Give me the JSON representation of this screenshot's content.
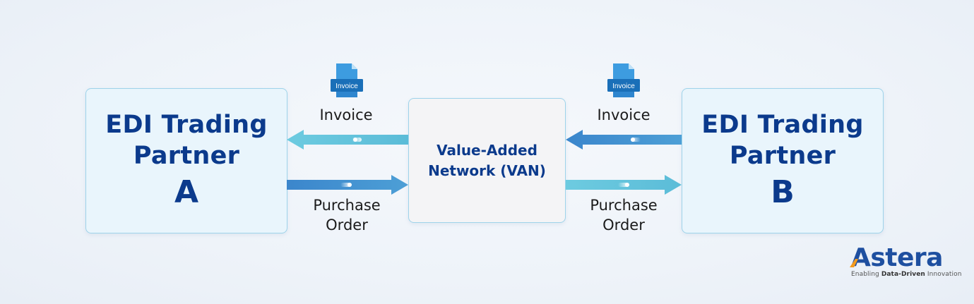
{
  "partner_a": {
    "line1": "EDI Trading",
    "line2": "Partner",
    "letter": "A"
  },
  "partner_b": {
    "line1": "EDI Trading",
    "line2": "Partner",
    "letter": "B"
  },
  "van": {
    "line1": "Value-Added",
    "line2": "Network (VAN)"
  },
  "left_flow": {
    "invoice_icon_label": "Invoice",
    "invoice_label": "Invoice",
    "invoice_direction": "to Partner A",
    "po_label_line1": "Purchase",
    "po_label_line2": "Order",
    "po_direction": "to VAN"
  },
  "right_flow": {
    "invoice_icon_label": "Invoice",
    "invoice_label": "Invoice",
    "invoice_direction": "to VAN",
    "po_label_line1": "Purchase",
    "po_label_line2": "Order",
    "po_direction": "to Partner B"
  },
  "colors": {
    "title_blue": "#0b3a8c",
    "arrow_light": "#5ec3da",
    "arrow_dark": "#3f8fd0",
    "doc_blue": "#2f8fd6",
    "box_border": "#9ed3ea"
  },
  "logo": {
    "name": "Astera",
    "tagline_pre": "Enabling ",
    "tagline_bold": "Data-Driven",
    "tagline_post": " Innovation"
  }
}
